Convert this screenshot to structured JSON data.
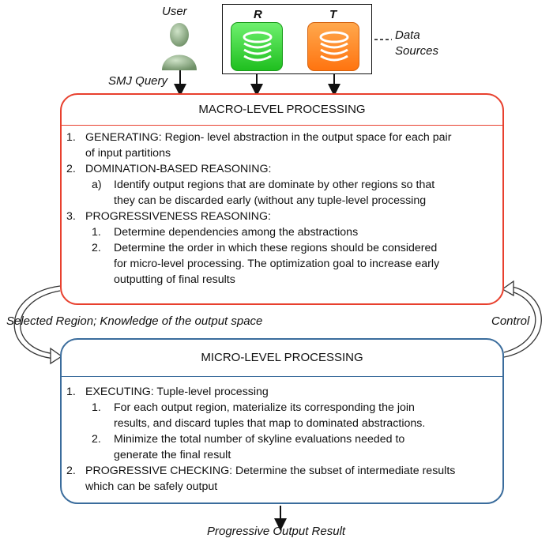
{
  "inputs": {
    "user_label": "User",
    "query_label": "SMJ Query",
    "source_r": "R",
    "source_t": "T",
    "data_sources_label": [
      "Data",
      "Sources"
    ]
  },
  "macro": {
    "title": "MACRO-LEVEL PROCESSING",
    "lines": [
      {
        "num": "1.",
        "text": "GENERATING: Region- level abstraction in the output space for each pair"
      },
      {
        "num": "",
        "text": "of input partitions"
      },
      {
        "num": "2.",
        "text": "DOMINATION-BASED REASONING:"
      },
      {
        "num": "a)",
        "text": "Identify output regions that are dominate by other regions so that",
        "indent": 1
      },
      {
        "num": "",
        "text": "they can be discarded early (without any tuple-level processing",
        "indent": 1
      },
      {
        "num": "3.",
        "text": "PROGRESSIVENESS REASONING:"
      },
      {
        "num": "1.",
        "text": "Determine dependencies among the abstractions",
        "indent": 1
      },
      {
        "num": "2.",
        "text": "Determine the order in which these regions should be considered",
        "indent": 1
      },
      {
        "num": "",
        "text": "for micro-level processing. The optimization goal to increase early",
        "indent": 1
      },
      {
        "num": "",
        "text": "outputting of final results",
        "indent": 1
      }
    ]
  },
  "feedback": {
    "selected_label": "Selected Region; Knowledge of the output space",
    "control_label": "Control"
  },
  "micro": {
    "title": "MICRO-LEVEL PROCESSING",
    "lines": [
      {
        "num": "1.",
        "text": "EXECUTING: Tuple-level processing"
      },
      {
        "num": "1.",
        "text": "For each output region, materialize its corresponding the join",
        "indent": 1
      },
      {
        "num": "",
        "text": "results, and discard tuples that map to dominated abstractions.",
        "indent": 1
      },
      {
        "num": "2.",
        "text": "Minimize the total number of skyline evaluations needed to",
        "indent": 1
      },
      {
        "num": "",
        "text": "generate the final result",
        "indent": 1
      },
      {
        "num": "2.",
        "text": "PROGRESSIVE CHECKING: Determine the subset of intermediate results"
      },
      {
        "num": "",
        "text": "which can be safely output"
      }
    ]
  },
  "output": {
    "label": "Progressive Output Result"
  },
  "colors": {
    "macro_border": "#e8402e",
    "micro_border": "#3a6c9c",
    "db_green": "#2ecc2e",
    "db_orange": "#ff8a1f"
  }
}
